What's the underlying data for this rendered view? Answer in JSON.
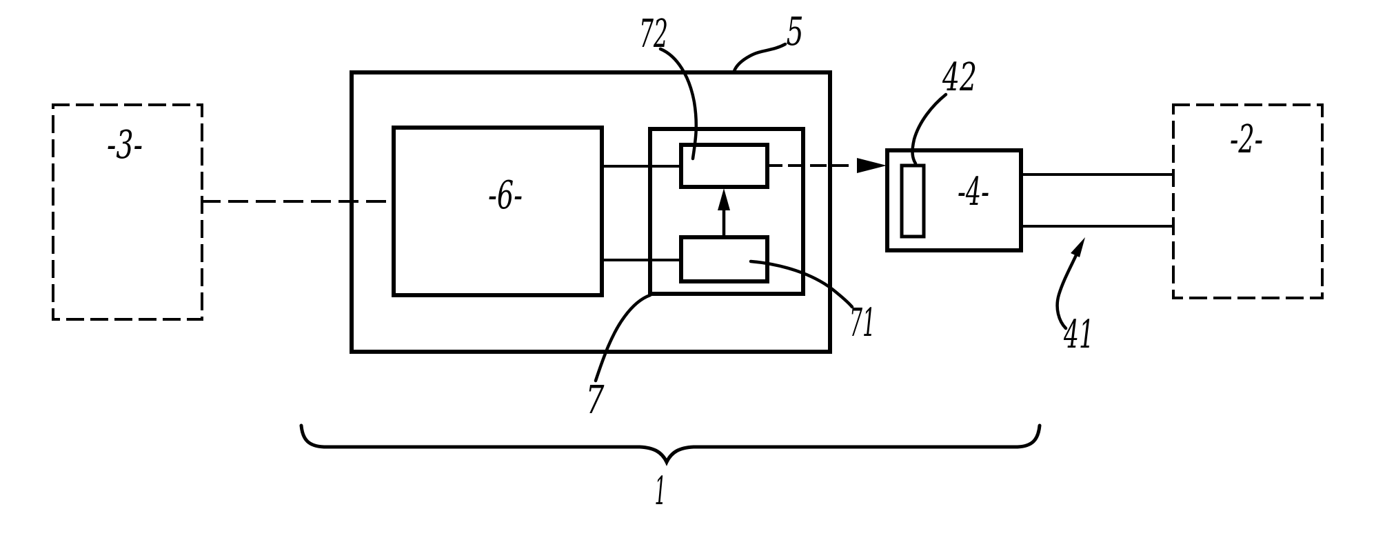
{
  "diagram": {
    "background": "#ffffff",
    "line_color": "#000000",
    "box_labels": {
      "box_3": "-3-",
      "box_6": "-6-",
      "box_4": "-4-",
      "box_2": "-2-"
    },
    "ref_labels": {
      "ref_72": "72",
      "ref_5": "5",
      "ref_42": "42",
      "ref_71": "71",
      "ref_41": "41",
      "ref_7": "7",
      "ref_1": "1"
    }
  }
}
